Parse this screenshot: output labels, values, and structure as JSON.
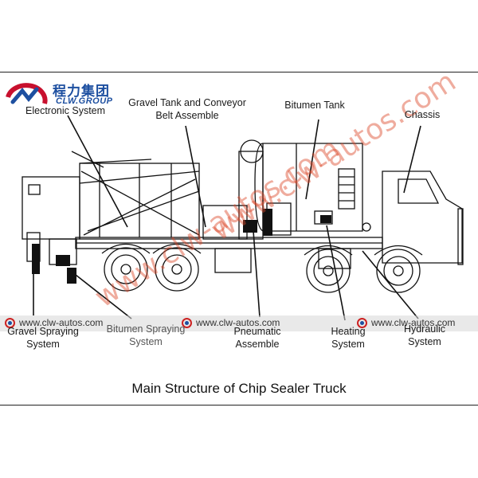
{
  "logo": {
    "cn": "程力集团",
    "en": "CLW.GROUP"
  },
  "labels": {
    "electronic": "Electronic System",
    "gravel_tank_1": "Gravel Tank and Conveyor",
    "gravel_tank_2": "Belt Assemble",
    "bitumen_tank": "Bitumen Tank",
    "chassis": "Chassis",
    "gravel_spraying_1": "Gravel Spraying",
    "gravel_spraying_2": "System",
    "bitumen_spraying_1": "Bitumen Spraying",
    "bitumen_spraying_2": "System",
    "pneumatic_1": "Pneumatic",
    "pneumatic_2": "Assemble",
    "heating_1": "Heating",
    "heating_2": "System",
    "hydraulic_1": "Hydraulic",
    "hydraulic_2": "System"
  },
  "watermarks": [
    "www.clw-autos.com",
    "www.clw-autos.com",
    "www.clw-autos.com"
  ],
  "diagonal_watermark": "www.clw-autos.com",
  "caption": "Main Structure of Chip Sealer Truck",
  "colors": {
    "logo_blue": "#1d4fa0",
    "logo_red": "#c8102e",
    "watermark_red": "#dc4628",
    "line": "#111111"
  }
}
